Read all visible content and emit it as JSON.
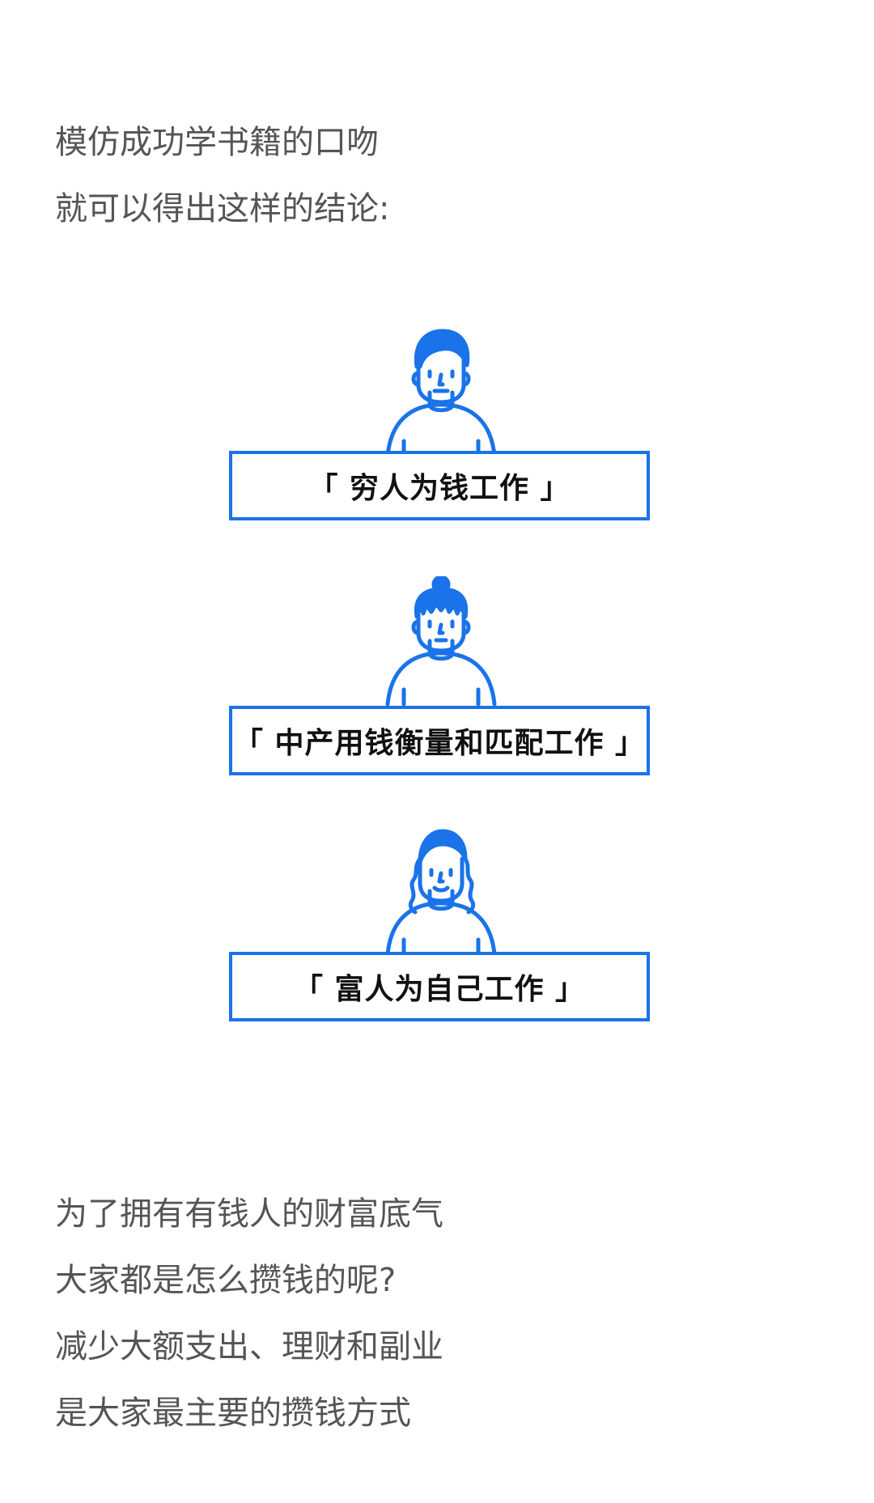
{
  "intro": {
    "lines": [
      "模仿成功学书籍的口吻",
      "就可以得出这样的结论:"
    ]
  },
  "illustrations": [
    {
      "caption": "「 穷人为钱工作 」",
      "figure_icon": "short-hair-man-icon"
    },
    {
      "caption": "「 中产用钱衡量和匹配工作 」",
      "figure_icon": "bun-hair-woman-icon"
    },
    {
      "caption": "「 富人为自己工作 」",
      "figure_icon": "long-wavy-hair-person-icon"
    }
  ],
  "outro": {
    "lines": [
      "为了拥有有钱人的财富底气",
      "大家都是怎么攒钱的呢?",
      "减少大额支出、理财和副业",
      "是大家最主要的攒钱方式"
    ]
  },
  "colors": {
    "accent": "#1a73e8",
    "text": "#555555",
    "caption_text": "#111111"
  }
}
